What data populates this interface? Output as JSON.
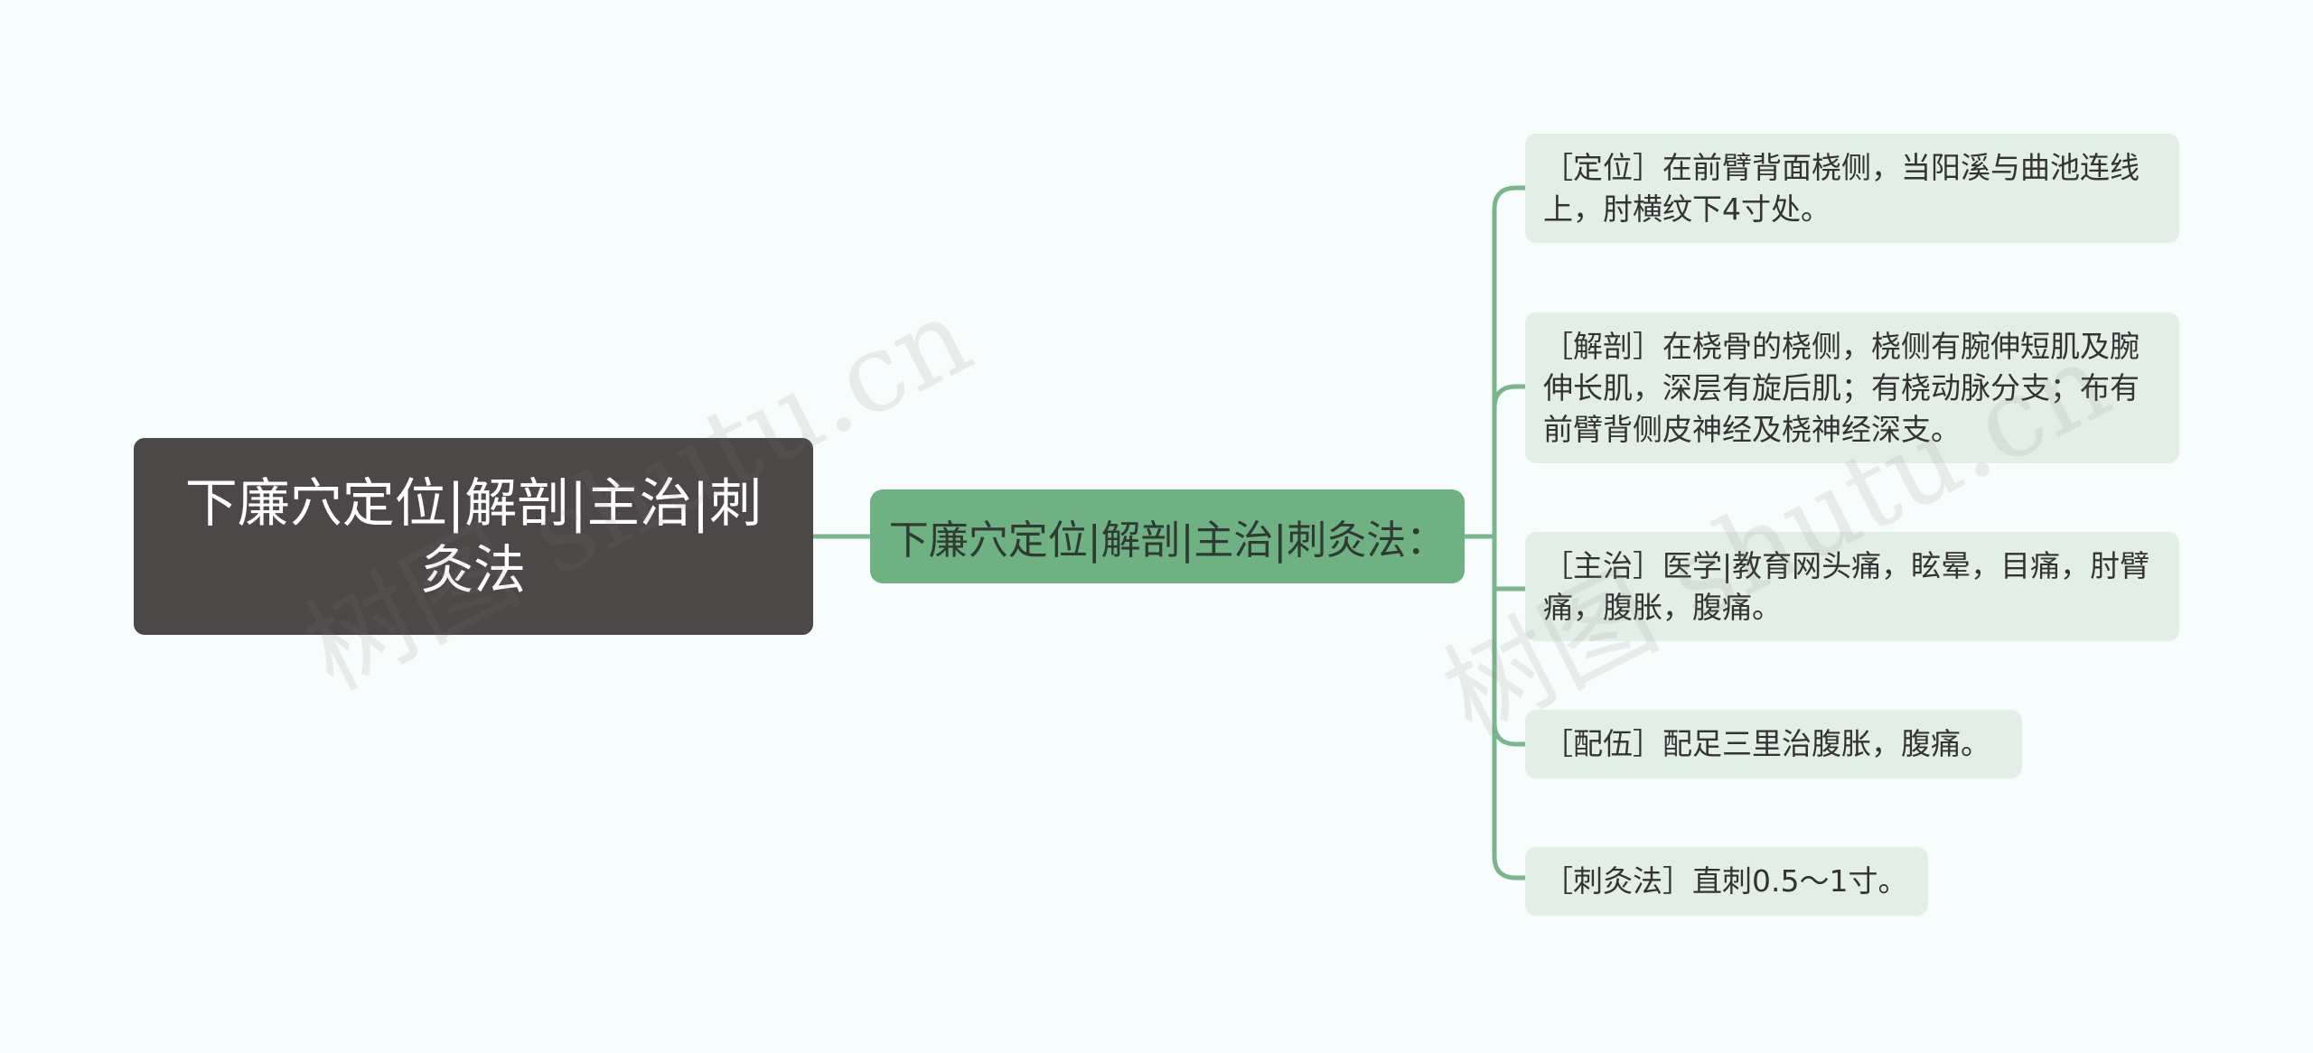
{
  "root": {
    "label": "下廉穴定位|解剖|主治|刺灸法"
  },
  "center": {
    "label": "下廉穴定位|解剖|主治|刺灸法："
  },
  "leaves": [
    {
      "label": "［定位］在前臂背面桡侧，当阳溪与曲池连线上，肘横纹下4寸处。"
    },
    {
      "label": "［解剖］在桡骨的桡侧，桡侧有腕伸短肌及腕伸长肌，深层有旋后肌；有桡动脉分支；布有前臂背侧皮神经及桡神经深支。"
    },
    {
      "label": "［主治］医学|教育网头痛，眩晕，目痛，肘臂痛，腹胀，腹痛。"
    },
    {
      "label": "［配伍］配足三里治腹胀，腹痛。"
    },
    {
      "label": "［刺灸法］直刺0.5～1寸。"
    }
  ],
  "watermark": {
    "text": "树图 shutu.cn"
  },
  "colors": {
    "background": "#f7fdfc",
    "root_fill": "#4d4848",
    "center_fill": "#6fb183",
    "leaf_fill": "#e2efe6",
    "connector": "#7bb58b"
  }
}
